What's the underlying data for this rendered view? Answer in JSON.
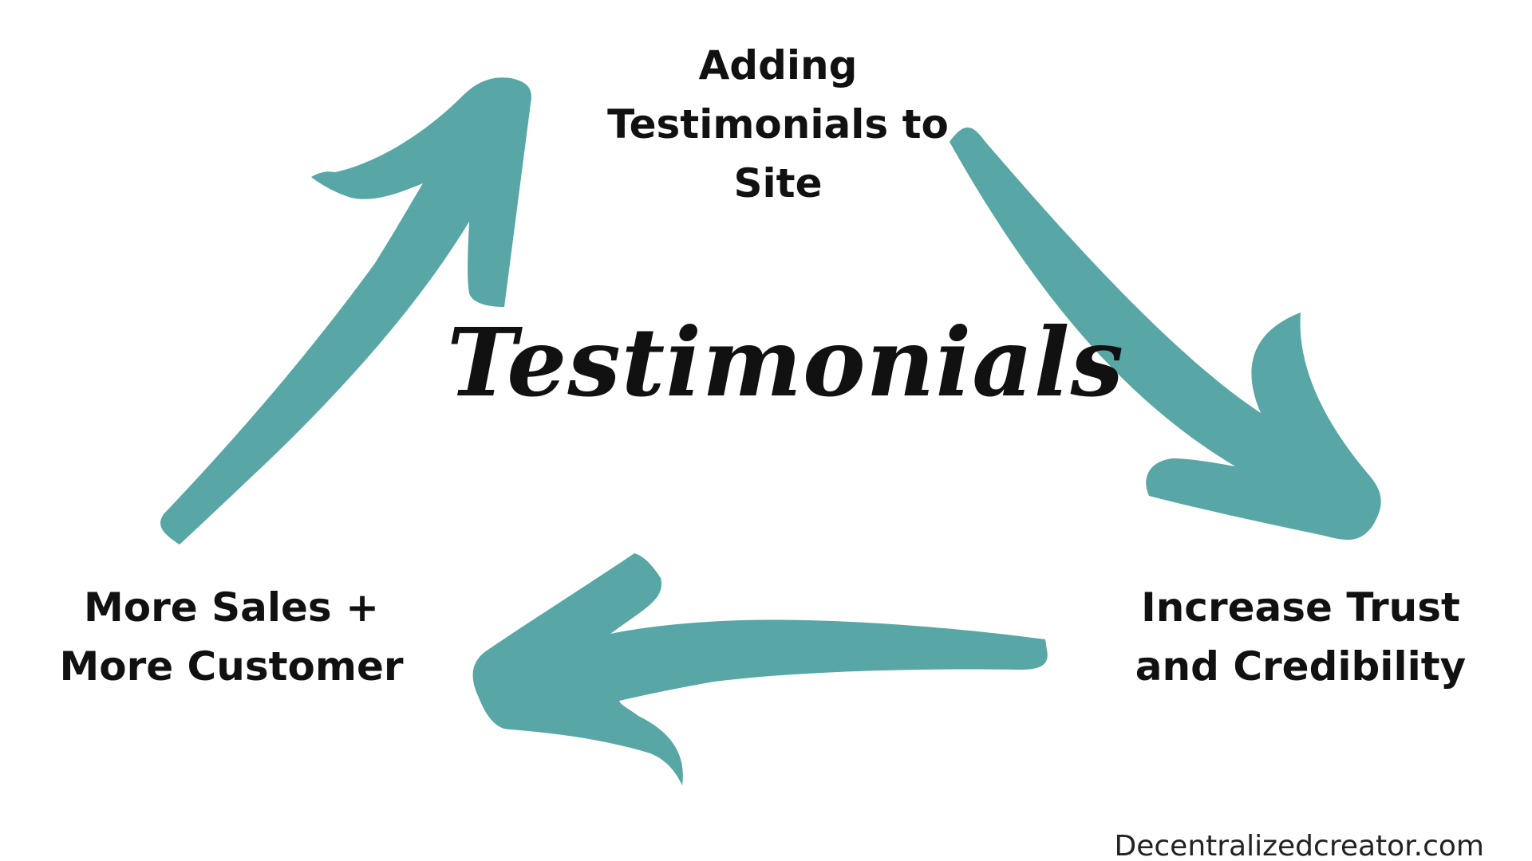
{
  "diagram": {
    "title": "Testimonials",
    "nodes": [
      {
        "id": "top",
        "lines": [
          "Adding",
          "Testimonials to",
          "Site"
        ]
      },
      {
        "id": "right",
        "lines": [
          "Increase Trust",
          "and Credibility"
        ]
      },
      {
        "id": "left",
        "lines": [
          "More Sales +",
          "More Customer"
        ]
      }
    ],
    "flow": [
      "top",
      "right",
      "left",
      "top"
    ],
    "footer": "Decentralizedcreator.com"
  },
  "colors": {
    "arrow": "#58A6A6",
    "text": "#111111",
    "background": "#ffffff"
  },
  "icons": {
    "arrow_top_right": "curved-arrow-down-right",
    "arrow_bottom": "curved-arrow-left",
    "arrow_left_up": "curved-arrow-up-right"
  }
}
